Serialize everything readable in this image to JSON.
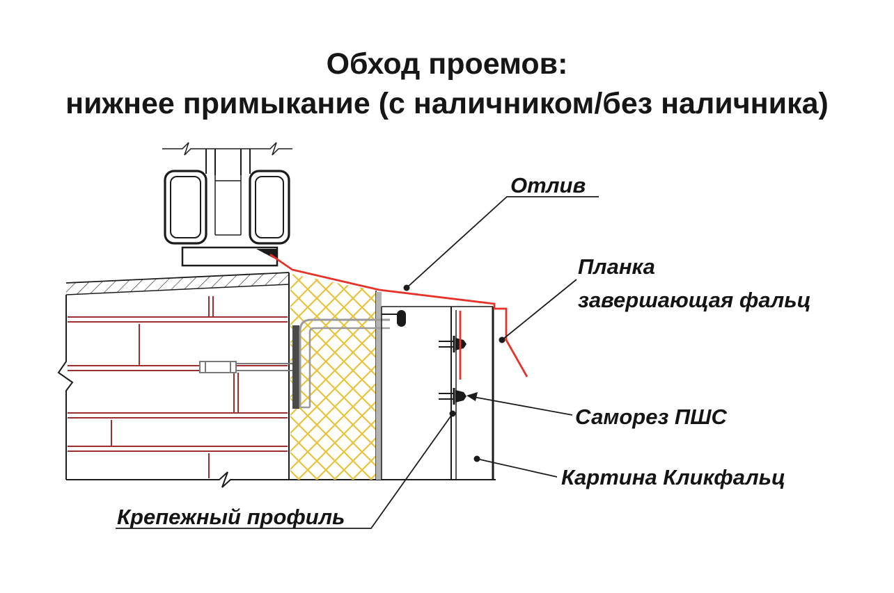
{
  "title": {
    "line1": "Обход проемов:",
    "line2": "нижнее примыкание (с наличником/без наличника)"
  },
  "callouts": {
    "otliv": "Отлив",
    "planka": [
      "Планка",
      "завершающая фальц"
    ],
    "samorez": "Саморез ПШС",
    "kartina": "Картина Кликфальц",
    "krepezh": "Крепежный профиль"
  },
  "colors": {
    "line": "#1b1b1b",
    "red": "#e5322a",
    "brick": "#9c2f2f",
    "insulation": "#e8c33c",
    "gray": "#b3b3b3",
    "darkgray": "#4a4a4a"
  }
}
